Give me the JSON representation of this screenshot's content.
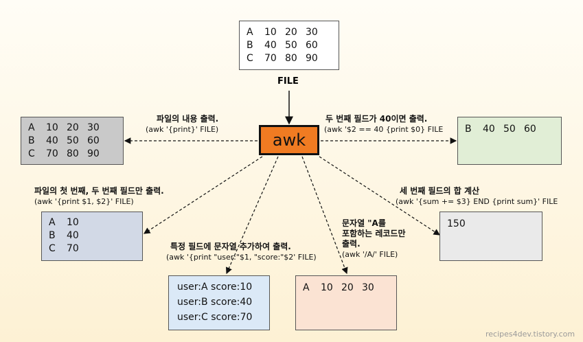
{
  "file": {
    "label": "FILE",
    "rows": [
      [
        "A",
        "10",
        "20",
        "30"
      ],
      [
        "B",
        "40",
        "50",
        "60"
      ],
      [
        "C",
        "70",
        "80",
        "90"
      ]
    ]
  },
  "awk_label": "awk",
  "examples": {
    "print_all": {
      "title": "파일의 내용 출력.",
      "command": "(awk '{print}' FILE)",
      "output": [
        [
          "A",
          "10",
          "20",
          "30"
        ],
        [
          "B",
          "40",
          "50",
          "60"
        ],
        [
          "C",
          "70",
          "80",
          "90"
        ]
      ]
    },
    "field2_eq_40": {
      "title": "두 번째 필드가 40이면 출력.",
      "command": "(awk '$2 == 40 {print $0} FILE",
      "output": [
        [
          "B",
          "40",
          "50",
          "60"
        ]
      ]
    },
    "first_second_fields": {
      "title": "파일의 첫 번째, 두 번째 필드만 출력.",
      "command": "(awk '{print $1, $2}' FILE)",
      "output": [
        [
          "A",
          "10"
        ],
        [
          "B",
          "40"
        ],
        [
          "C",
          "70"
        ]
      ]
    },
    "add_string": {
      "title": "특정 필드에 문자열 추가하여 출력.",
      "command": "(awk '{print \"user:\"$1, \"score:\"$2' FILE)",
      "output": [
        "user:A score:10",
        "user:B score:40",
        "user:C score:70"
      ]
    },
    "match_A": {
      "title_lines": [
        "문자열 \"A를",
        "포함하는 레코드만",
        "출력."
      ],
      "command": "(awk '/A/' FILE)",
      "output": [
        [
          "A",
          "10",
          "20",
          "30"
        ]
      ]
    },
    "sum_third": {
      "title": "세 번째 필드의 합 계산",
      "command": "(awk '{sum += $3} END {print sum}' FILE",
      "output": [
        "150"
      ]
    }
  },
  "colors": {
    "awk_fill": "#f07b22",
    "file_fill": "#ffffff",
    "print_all_fill": "#c9c9c9",
    "field2_fill": "#e1eed6",
    "first_second_fill": "#d2d9e6",
    "add_string_fill": "#dbe9f7",
    "match_A_fill": "#fbe3d3",
    "sum_fill": "#eaeaea"
  },
  "watermark": "recipes4dev.tistory.com"
}
